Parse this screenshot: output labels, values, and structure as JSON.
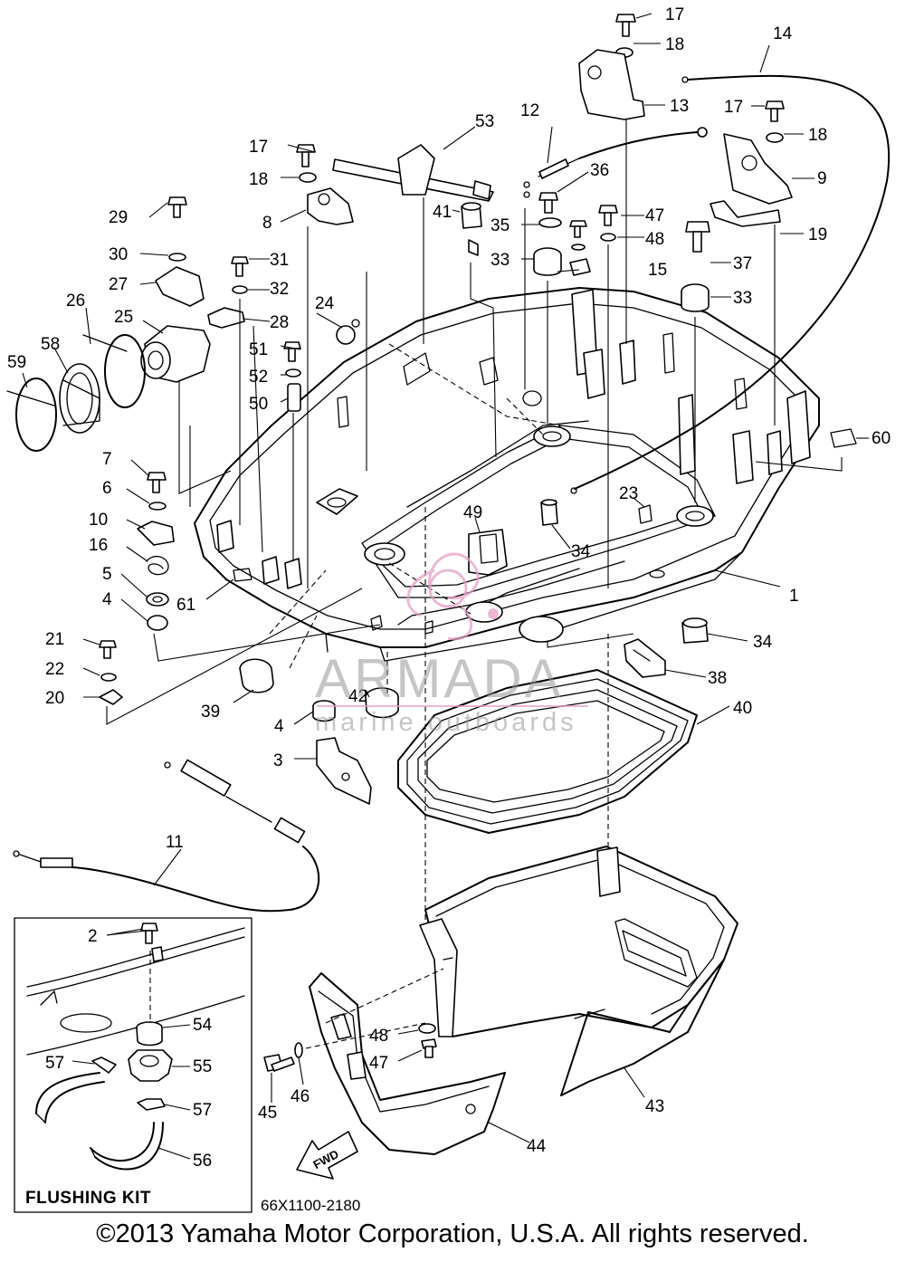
{
  "watermark": {
    "brand": "ARMADA",
    "tagline": "marine outboards",
    "accent_color": "#e6a0c8"
  },
  "inset": {
    "title": "FLUSHING KIT"
  },
  "part_code": "66X1100-2180",
  "copyright": "©2013 Yamaha Motor Corporation, U.S.A. All rights reserved.",
  "callouts": [
    "1",
    "2",
    "3",
    "4",
    "4",
    "5",
    "6",
    "7",
    "8",
    "9",
    "10",
    "11",
    "12",
    "13",
    "14",
    "15",
    "16",
    "17",
    "17",
    "17",
    "18",
    "18",
    "18",
    "19",
    "20",
    "21",
    "22",
    "23",
    "24",
    "25",
    "26",
    "27",
    "28",
    "29",
    "30",
    "31",
    "32",
    "33",
    "33",
    "34",
    "34",
    "35",
    "36",
    "37",
    "38",
    "39",
    "40",
    "41",
    "42",
    "43",
    "44",
    "45",
    "46",
    "47",
    "47",
    "48",
    "48",
    "49",
    "50",
    "51",
    "52",
    "53",
    "54",
    "55",
    "56",
    "57",
    "57",
    "58",
    "59",
    "60",
    "61"
  ],
  "arrow_label": "FWD"
}
